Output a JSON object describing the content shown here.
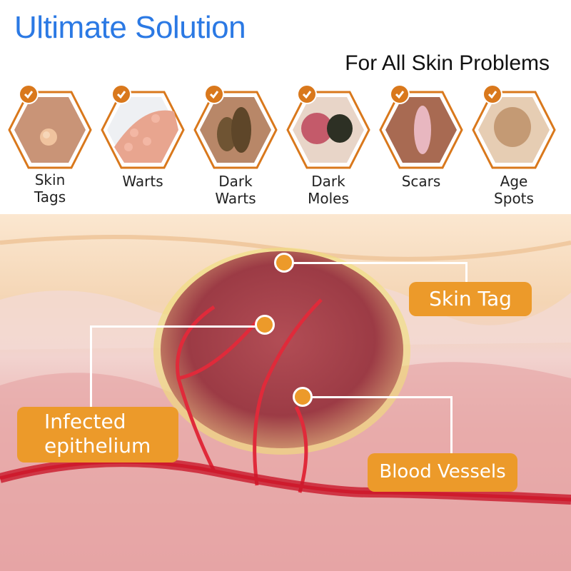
{
  "header": {
    "title": "Ultimate Solution",
    "subtitle": "For All Skin Problems"
  },
  "problems": [
    {
      "label_line1": "Skin",
      "label_line2": "Tags",
      "icon": "check-icon"
    },
    {
      "label_line1": "Warts",
      "label_line2": "",
      "icon": "check-icon"
    },
    {
      "label_line1": "Dark",
      "label_line2": "Warts",
      "icon": "check-icon"
    },
    {
      "label_line1": "Dark",
      "label_line2": "Moles",
      "icon": "check-icon"
    },
    {
      "label_line1": "Scars",
      "label_line2": "",
      "icon": "check-icon"
    },
    {
      "label_line1": "Age",
      "label_line2": "Spots",
      "icon": "check-icon"
    }
  ],
  "diagram": {
    "callouts": {
      "skin_tag": "Skin Tag",
      "infected_line1": "Infected",
      "infected_line2": "epithelium",
      "blood_vessels": "Blood Vessels"
    }
  },
  "colors": {
    "title_blue": "#2b79e4",
    "accent_orange": "#ec9a2a",
    "hex_border": "#d9781c"
  }
}
